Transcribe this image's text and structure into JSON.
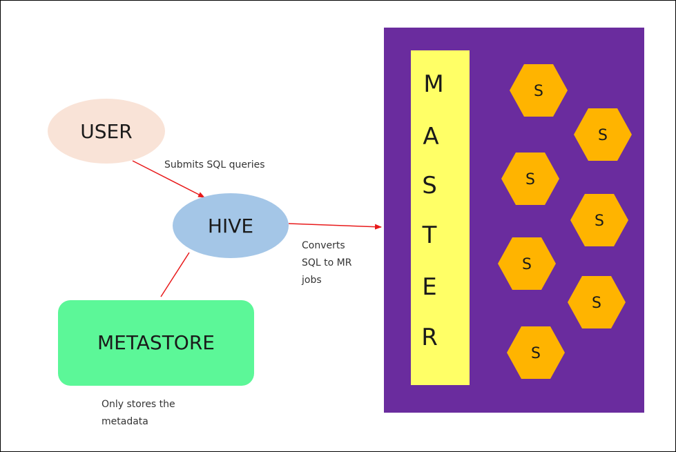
{
  "nodes": {
    "user": {
      "label": "USER",
      "color": "#F9E3D7"
    },
    "hive": {
      "label": "HIVE",
      "color": "#A4C6E7"
    },
    "metastore": {
      "label": "METASTORE",
      "color": "#5CF798"
    }
  },
  "cluster": {
    "background": "#6A2C9E",
    "master": {
      "letters": [
        "M",
        "A",
        "S",
        "T",
        "E",
        "R"
      ],
      "color": "#FFFF66"
    },
    "slave_label": "S",
    "slave_color": "#FFB400",
    "slave_count": 7
  },
  "annotations": {
    "user_to_hive": "Submits SQL queries",
    "hive_to_master": [
      "Converts",
      "SQL to MR",
      "jobs"
    ],
    "metastore": [
      "Only stores the",
      "metadata"
    ]
  },
  "edge_color": "#E8191A"
}
